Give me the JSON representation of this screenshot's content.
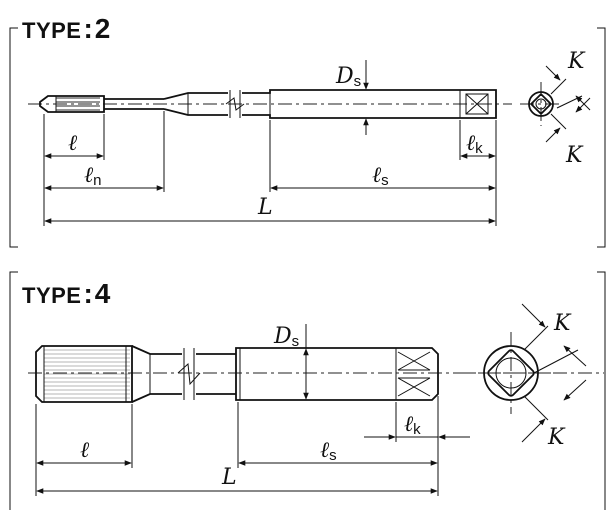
{
  "type2": {
    "type_label": "TYPE",
    "colon": ":",
    "type_number": "2",
    "dims": {
      "Ds": "D",
      "Ds_sub": "s",
      "l": "ℓ",
      "ln": "ℓ",
      "ln_sub": "n",
      "lk": "ℓ",
      "lk_sub": "k",
      "ls": "ℓ",
      "ls_sub": "s",
      "L": "L",
      "K_top": "K",
      "K_bottom": "K"
    }
  },
  "type4": {
    "type_label": "TYPE",
    "colon": ":",
    "type_number": "4",
    "dims": {
      "Ds": "D",
      "Ds_sub": "s",
      "l": "ℓ",
      "lk": "ℓ",
      "lk_sub": "k",
      "ls": "ℓ",
      "ls_sub": "s",
      "L": "L",
      "K_top": "K",
      "K_bottom": "K"
    }
  }
}
